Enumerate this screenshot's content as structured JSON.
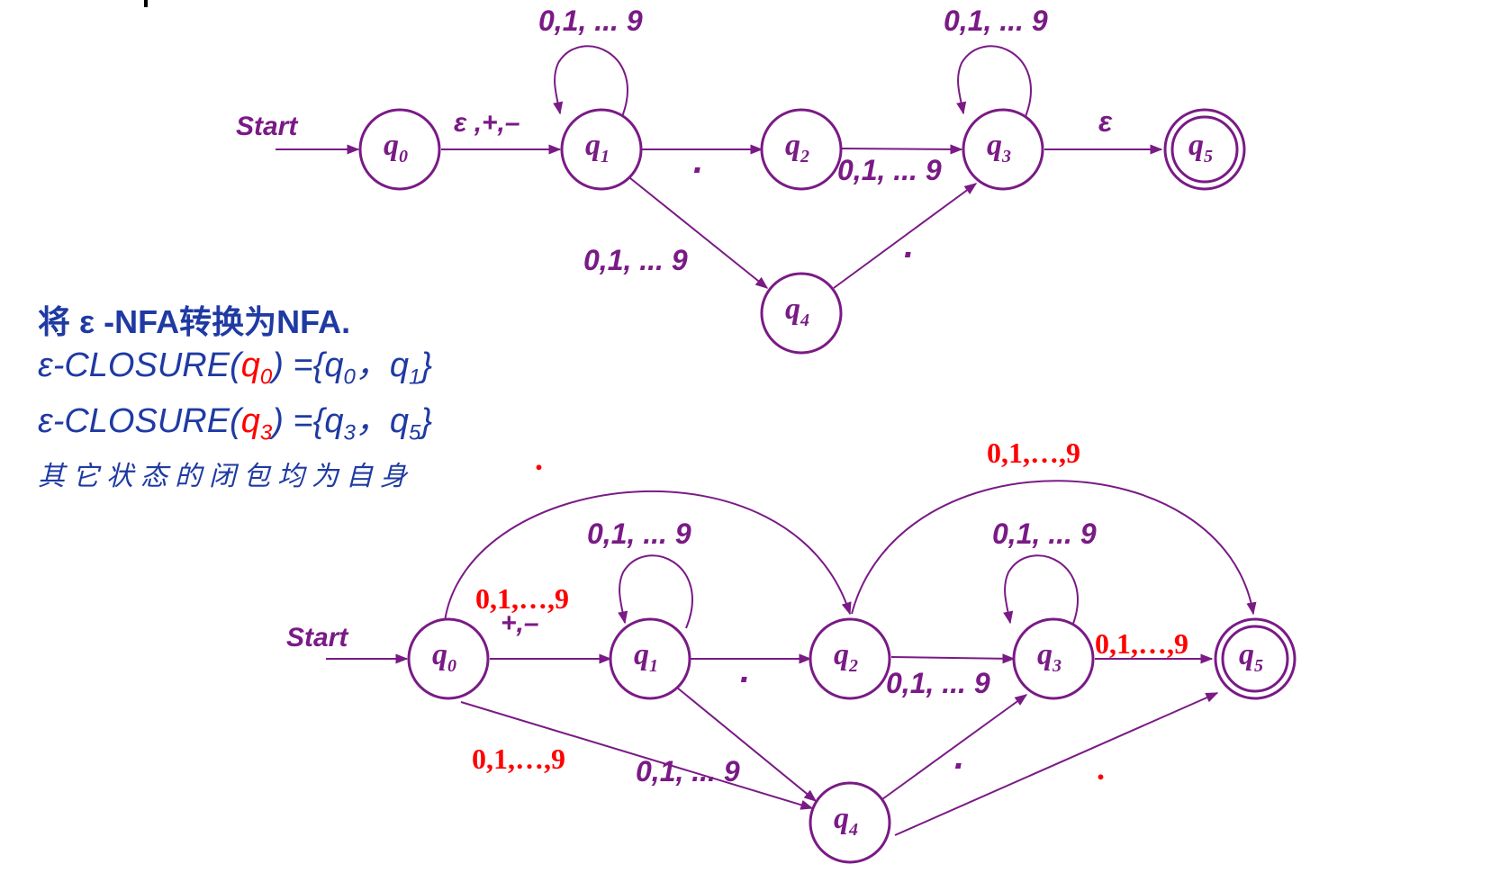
{
  "colors": {
    "diagram": "#7a1a86",
    "note_text": "#1f3aa3",
    "highlight": "#ff0000",
    "background": "#ffffff"
  },
  "note": {
    "title": "将 ε -NFA转换为NFA.",
    "closure_q0": {
      "prefix": "ε-CLOSURE(",
      "arg": "q0",
      "arg_sub": "0",
      "arg_base": "q",
      "suffix": ") ={q",
      "s1_sub": "0",
      "mid": "，q",
      "s2_sub": "1",
      "end": "}"
    },
    "closure_q3": {
      "prefix": "ε-CLOSURE(",
      "arg_base": "q",
      "arg_sub": "3",
      "suffix": ") ={q",
      "s1_sub": "3",
      "mid": "，q",
      "s2_sub": "5",
      "end": "}"
    },
    "others": "其它状态的闭包均为自身"
  },
  "enfa": {
    "start_label": "Start",
    "states": [
      {
        "id": "q0",
        "base": "q",
        "sub": "0",
        "accepting": false
      },
      {
        "id": "q1",
        "base": "q",
        "sub": "1",
        "accepting": false
      },
      {
        "id": "q2",
        "base": "q",
        "sub": "2",
        "accepting": false
      },
      {
        "id": "q3",
        "base": "q",
        "sub": "3",
        "accepting": false
      },
      {
        "id": "q4",
        "base": "q",
        "sub": "4",
        "accepting": false
      },
      {
        "id": "q5",
        "base": "q",
        "sub": "5",
        "accepting": true
      }
    ],
    "edges": {
      "q0_q1": "ε ,+,–",
      "q1_loop": "0,1, ... 9",
      "q1_q2": ".",
      "q2_q3": "0,1, ... 9",
      "q1_q4": "0,1, ... 9",
      "q4_q3": ".",
      "q3_loop": "0,1, ... 9",
      "q3_q5": "ε"
    }
  },
  "nfa": {
    "start_label": "Start",
    "states": [
      {
        "id": "q0",
        "base": "q",
        "sub": "0",
        "accepting": false
      },
      {
        "id": "q1",
        "base": "q",
        "sub": "1",
        "accepting": false
      },
      {
        "id": "q2",
        "base": "q",
        "sub": "2",
        "accepting": false
      },
      {
        "id": "q3",
        "base": "q",
        "sub": "3",
        "accepting": false
      },
      {
        "id": "q4",
        "base": "q",
        "sub": "4",
        "accepting": false
      },
      {
        "id": "q5",
        "base": "q",
        "sub": "5",
        "accepting": true
      }
    ],
    "edges": {
      "q0_q1": "+,–",
      "q0_q1_added": "0,1,…,9",
      "q1_loop": "0,1, ... 9",
      "q1_q2": ".",
      "q2_q3": "0,1, ... 9",
      "q3_loop": "0,1, ... 9",
      "q3_q5_added": "0,1,…,9",
      "q2_q5_added": "0,1,…,9",
      "q1_q4": "0,1, ... 9",
      "q0_q4_added": "0,1,…,9",
      "q4_q3": ".",
      "q4_q5_added": ".",
      "q0_q2_added": "."
    }
  }
}
